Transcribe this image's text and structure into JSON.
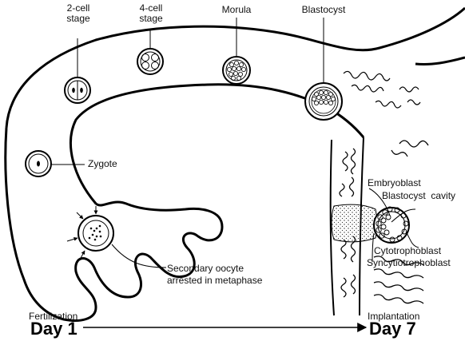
{
  "labels": {
    "two_cell": [
      "2-cell",
      "stage"
    ],
    "four_cell": [
      "4-cell",
      "stage"
    ],
    "morula": "Morula",
    "blastocyst": "Blastocyst",
    "zygote": "Zygote",
    "embryoblast": "Embryoblast",
    "blastocyst_cavity": "Blastocyst  cavity",
    "cytotrophoblast": "Cytotrophoblast",
    "syncytiotrophoblast": "Syncytiotrophoblast",
    "secondary_oocyte": [
      "Secondary oocyte",
      "arrested in metaphase"
    ],
    "fertilization": "Fertilization",
    "implantation": "Implantation",
    "day_start": "Day 1",
    "day_end": "Day 7"
  }
}
